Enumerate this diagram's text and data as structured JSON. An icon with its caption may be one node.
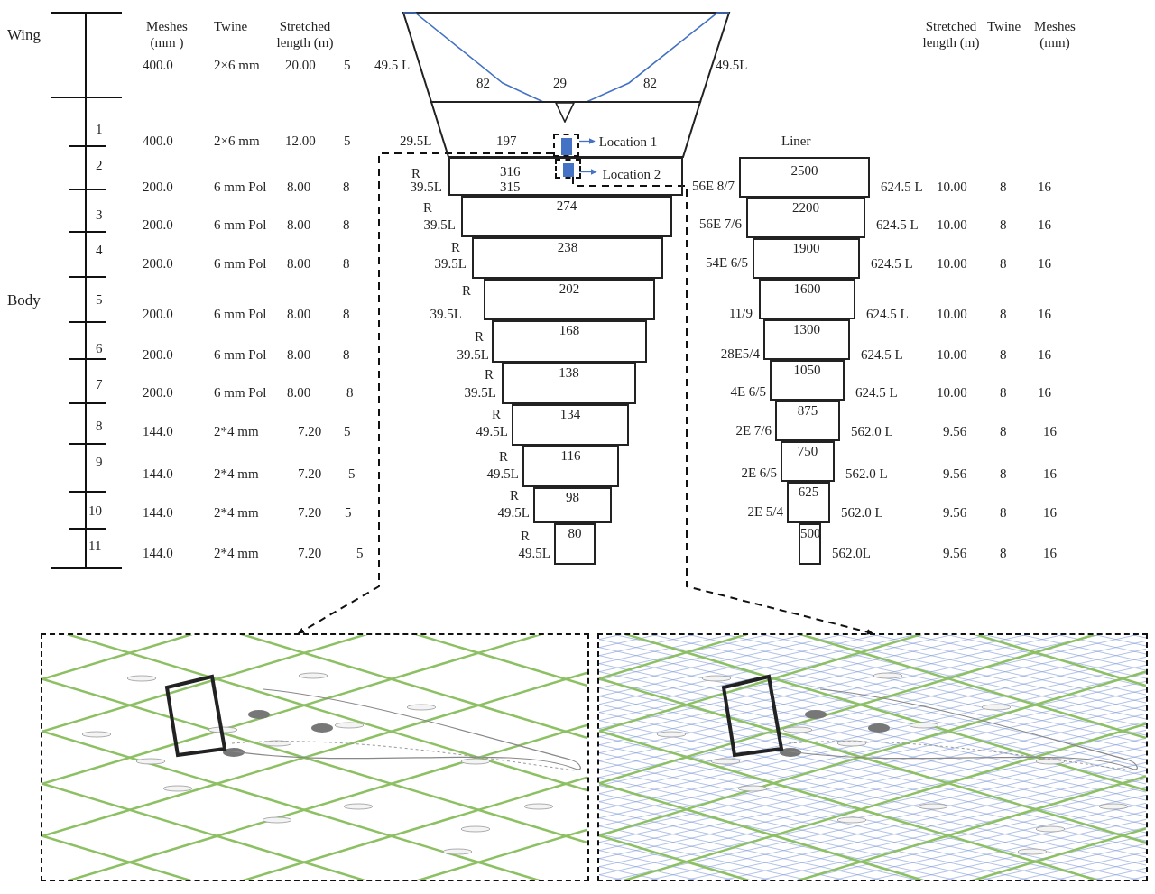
{
  "diagram": {
    "nodes": [
      {
        "text": [
          "82",
          "29",
          "82"
        ],
        "beside": [
          "49.5 L",
          "49.5L"
        ]
      },
      {
        "text": [
          "197"
        ],
        "beside": [
          "29.5L"
        ]
      },
      {
        "text": [
          "316",
          "315"
        ],
        "beside": [
          "39.5L"
        ]
      },
      {
        "text": [
          "274"
        ],
        "beside": [
          "39.5L"
        ]
      },
      {
        "text": [
          "238"
        ],
        "beside": [
          "39.5L"
        ]
      },
      {
        "text": [
          "202"
        ],
        "beside": [
          "39.5L"
        ]
      },
      {
        "text": [
          "168"
        ],
        "beside": [
          "39.5L"
        ]
      },
      {
        "text": [
          "138"
        ],
        "beside": [
          "39.5L"
        ]
      },
      {
        "text": [
          "134"
        ],
        "beside": [
          "49.5L"
        ]
      },
      {
        "text": [
          "116"
        ],
        "beside": [
          "49.5L"
        ]
      },
      {
        "text": [
          "98"
        ],
        "beside": [
          "49.5L"
        ]
      },
      {
        "text": [
          "80"
        ],
        "beside": [
          "49.5L"
        ]
      },
      {
        "text": [],
        "shape": "box",
        "in": 1
      },
      {
        "text": [],
        "shape": "box",
        "in": 2
      },
      {
        "text": [
          "2500"
        ],
        "beside": [
          "56E 8/7"
        ]
      },
      {
        "text": [
          "2200"
        ],
        "beside": [
          "56E 7/6"
        ]
      },
      {
        "text": [
          "1900"
        ],
        "beside": [
          "54E 6/5"
        ]
      },
      {
        "text": [
          "1600"
        ],
        "beside": [
          "11/9"
        ]
      },
      {
        "text": [
          "1300"
        ],
        "beside": [
          "28E5/4"
        ]
      },
      {
        "text": [
          "1050"
        ],
        "beside": [
          "4E 6/5"
        ]
      },
      {
        "text": [
          "875"
        ],
        "beside": [
          "2E 7/6"
        ]
      },
      {
        "text": [
          "750"
        ],
        "beside": [
          "2E 6/5"
        ]
      },
      {
        "text": [
          "625"
        ],
        "beside": [
          "2E 5/4"
        ]
      },
      {
        "text": [
          "500"
        ]
      },
      {
        "text": [],
        "shape": "picture"
      },
      {
        "text": [],
        "shape": "picture"
      },
      {
        "text": [
          "Location 1"
        ],
        "in": 1
      },
      {
        "text": [
          "Location 2"
        ],
        "in": 2
      },
      {
        "text": [],
        "shape": "triangle",
        "in": 1
      }
    ],
    "edges": [
      {
        "from": 12,
        "to": 24,
        "arrow": "to",
        "style": "dashed"
      },
      {
        "from": 13,
        "to": 25,
        "arrow": "to",
        "style": "dashed"
      },
      {
        "from": 12,
        "to": 26,
        "arrow": "to",
        "color": "#4472c4"
      },
      {
        "from": 13,
        "to": 27,
        "arrow": "to",
        "color": "#4472c4"
      }
    ],
    "labels": [
      "Wing",
      "Meshes (mm )",
      "Twine",
      "Stretched length (m)",
      "Stretched length (m)",
      "Twine",
      "Meshes (mm)",
      "400.0",
      "2×6 mm",
      "20.00",
      "5",
      "Liner",
      "1",
      "400.0",
      "2×6 mm",
      "12.00",
      "5",
      "2",
      "200.0",
      "6 mm Pol",
      "8.00",
      "8",
      "10.00",
      "8",
      "16",
      "3",
      "200.0",
      "6 mm Pol",
      "8.00",
      "8",
      "10.00",
      "8",
      "16",
      "4",
      "200.0",
      "6 mm Pol",
      "8.00",
      "8",
      "10.00",
      "8",
      "16",
      "Body",
      "5",
      "200.0",
      "6 mm Pol",
      "8.00",
      "8",
      "10.00",
      "8",
      "16",
      "6",
      "200.0",
      "6 mm Pol",
      "8.00",
      "8",
      "10.00",
      "8",
      "16",
      "7",
      "200.0",
      "6 mm Pol",
      "8.00",
      "8",
      "10.00",
      "8",
      "16",
      "8",
      "144.0",
      "2*4 mm",
      "7.20",
      "5",
      "9.56",
      "8",
      "16",
      "9",
      "144.0",
      "2*4 mm",
      "7.20",
      "5",
      "9.56",
      "8",
      "16",
      "10",
      "144.0",
      "2*4 mm",
      "7.20",
      "5",
      "9.56",
      "8",
      "16",
      "11",
      "144.0",
      "2*4 mm",
      "7.20",
      "5",
      "9.56",
      "8",
      "16",
      "R",
      "R",
      "R",
      "R",
      "R",
      "R",
      "R",
      "R",
      "R",
      "R",
      "624.5 L",
      "624.5 L",
      "624.5 L",
      "624.5 L",
      "624.5 L",
      "624.5 L",
      "562.0 L",
      "562.0 L",
      "562.0 L",
      "562.0L"
    ]
  }
}
